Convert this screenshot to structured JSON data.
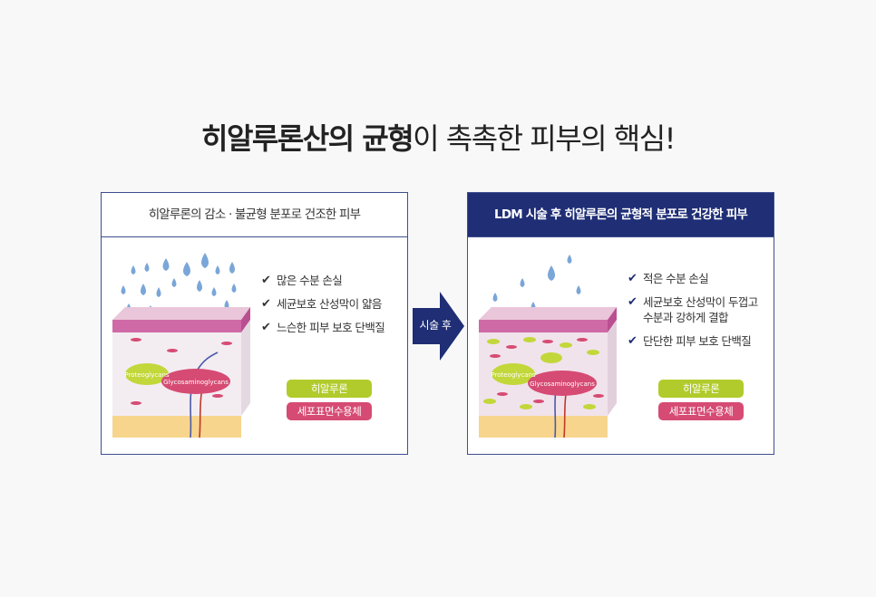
{
  "headline": {
    "bold_part": "히알루론산의 균형",
    "light_part": "이 촉촉한 피부의 핵심!"
  },
  "left_panel": {
    "title": "히알루론의 감소 · 불균형 분포로 건조한 피부",
    "checklist": [
      "많은 수분 손실",
      "세균보호 산성막이 얇음",
      "느슨한 피부 보호 단백질"
    ],
    "label_proteoglycans": "Proteoglycans",
    "label_glycosaminoglycans": "Glycosaminoglycans"
  },
  "right_panel": {
    "title": "LDM 시술 후 히알루론의 균형적 분포로 건강한 피부",
    "checklist": [
      "적은 수분 손실",
      "세균보호 산성막이 두껍고",
      "수분과 강하게 결합",
      "단단한 피부 보호 단백질"
    ],
    "label_proteoglycans": "Proteoglycans",
    "label_glycosaminoglycans": "Glycosaminoglycans"
  },
  "legend": {
    "hyaluron": "히알루론",
    "receptor": "세포표면수용체"
  },
  "arrow": {
    "label": "시술 후"
  },
  "icons": {
    "check": "check-icon",
    "drop": "water-drop-icon",
    "arrow": "right-arrow-icon"
  },
  "colors": {
    "navy": "#1f2e75",
    "green": "#b2cb2c",
    "pink": "#d64b73",
    "drop": "#7aa6d8"
  }
}
